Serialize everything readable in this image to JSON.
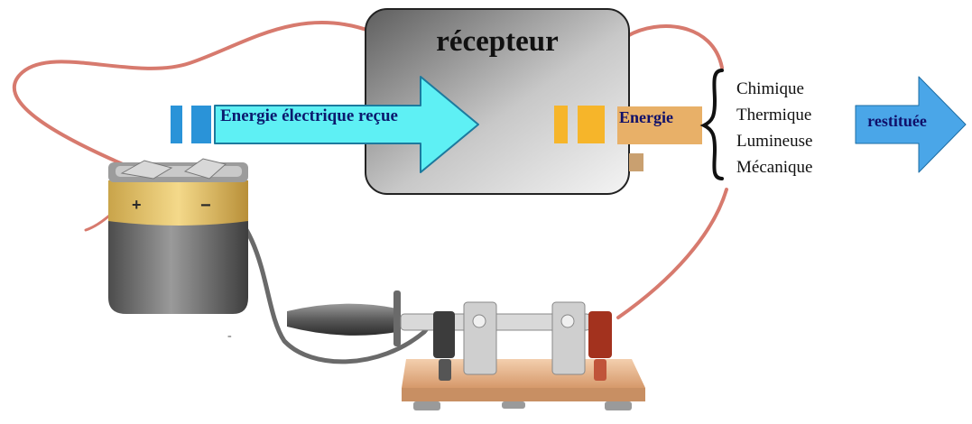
{
  "receiver": {
    "title": "récepteur"
  },
  "input_arrow": {
    "label": "Energie électrique reçue"
  },
  "output_block": {
    "label": "Energie"
  },
  "forms": [
    "Chimique",
    "Thermique",
    "Lumineuse",
    "Mécanique"
  ],
  "output_arrow": {
    "label": "restituée"
  },
  "battery": {
    "plus": "+",
    "minus": "−"
  },
  "colors": {
    "input_arrow": "#5ef0f4",
    "output_arrow": "#4aa6e8",
    "energy_block": "#e8b068",
    "bars_in": "#2a93d8",
    "bars_out": "#f6b52a",
    "wire": "#d77a6e"
  }
}
